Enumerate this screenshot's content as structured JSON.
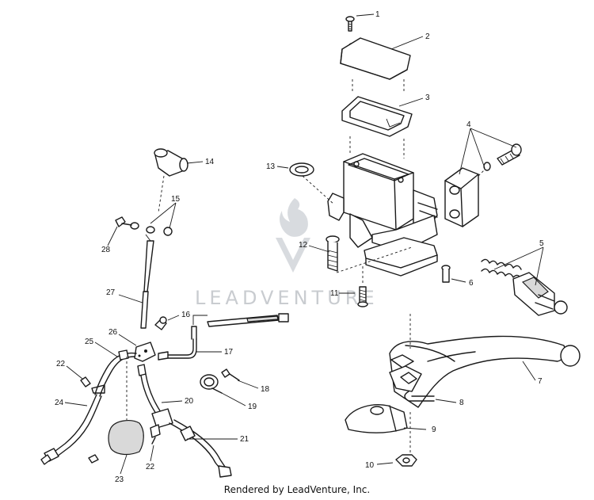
{
  "watermark": {
    "text": "LEADVENTURE"
  },
  "footer": {
    "text": "Rendered by LeadVenture, Inc."
  },
  "callouts": {
    "c1": "1",
    "c2": "2",
    "c3": "3",
    "c4": "4",
    "c5": "5",
    "c6": "6",
    "c7": "7",
    "c8": "8",
    "c9": "9",
    "c10": "10",
    "c11": "11",
    "c12": "12",
    "c13": "13",
    "c14": "14",
    "c15": "15",
    "c16": "16",
    "c17": "17",
    "c18": "18",
    "c19": "19",
    "c20": "20",
    "c21": "21",
    "c22a": "22",
    "c22b": "22",
    "c23": "23",
    "c24": "24",
    "c25": "25",
    "c26": "26",
    "c27": "27",
    "c28": "28"
  }
}
